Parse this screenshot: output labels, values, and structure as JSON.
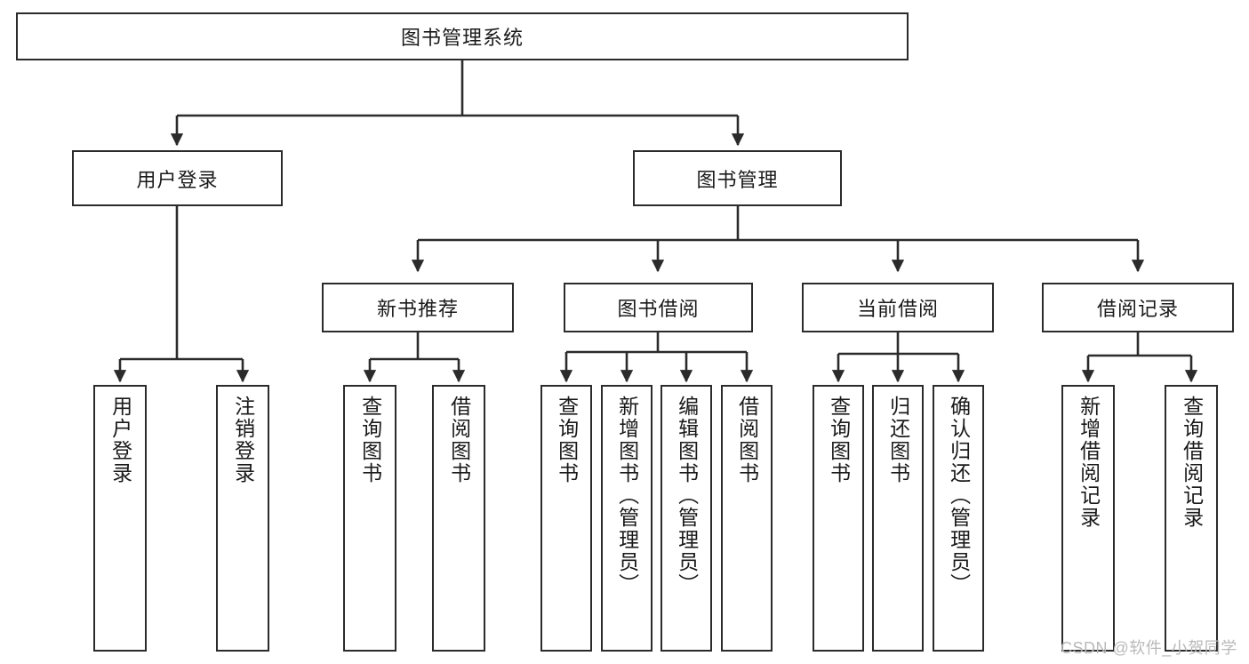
{
  "diagram": {
    "title": "图书管理系统",
    "type": "tree",
    "orientation": "top-down",
    "colors": {
      "box_border": "#2b2b2b",
      "box_fill": "#ffffff",
      "connector": "#2b2b2b",
      "text": "#1a1a1a",
      "watermark": "#b9b9b9",
      "background": "#ffffff"
    }
  },
  "root": {
    "label": "图书管理系统"
  },
  "level2": [
    {
      "label": "用户登录"
    },
    {
      "label": "图书管理"
    }
  ],
  "level3": [
    {
      "label": "新书推荐"
    },
    {
      "label": "图书借阅"
    },
    {
      "label": "当前借阅"
    },
    {
      "label": "借阅记录"
    }
  ],
  "leaves": {
    "user_login": [
      {
        "label": "用户登录"
      },
      {
        "label": "注销登录"
      }
    ],
    "new_book_recommend": [
      {
        "label": "查询图书"
      },
      {
        "label": "借阅图书"
      }
    ],
    "book_borrow": [
      {
        "label": "查询图书"
      },
      {
        "label": "新增图书（管理员）"
      },
      {
        "label": "编辑图书（管理员）"
      },
      {
        "label": "借阅图书"
      }
    ],
    "current_borrow": [
      {
        "label": "查询图书"
      },
      {
        "label": "归还图书"
      },
      {
        "label": "确认归还（管理员）"
      }
    ],
    "borrow_record": [
      {
        "label": "新增借阅记录"
      },
      {
        "label": "查询借阅记录"
      }
    ]
  },
  "watermark": {
    "text": "CSDN @软件_小贺同学"
  }
}
